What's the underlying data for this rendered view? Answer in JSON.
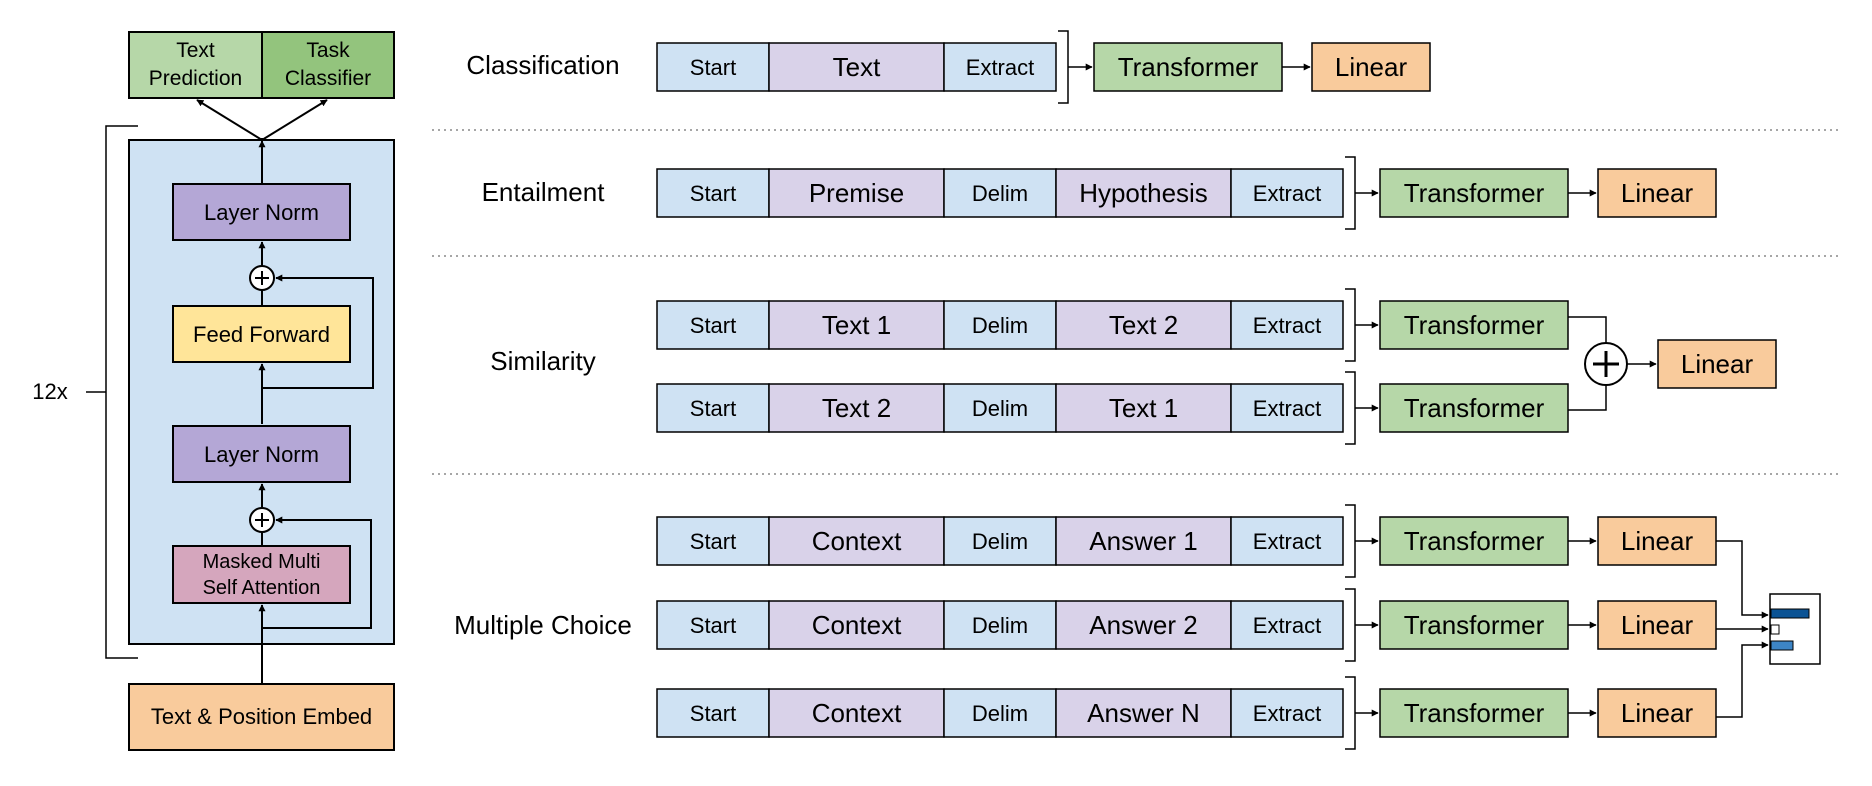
{
  "colors": {
    "token_blue": "#cfe2f3",
    "token_purple": "#d9d2e9",
    "transformer_green": "#b6d7a8",
    "linear_orange": "#f9cb9c",
    "block_bg": "#cfe2f3",
    "layer_norm": "#b4a7d6",
    "feed_forward": "#ffe599",
    "attention": "#d5a6bd",
    "embed": "#f9cb9c",
    "text_prediction": "#b6d7a8",
    "task_classifier": "#93c47d",
    "outline": "#000000",
    "separator": "#999999",
    "bar_dark": "#0b5394",
    "bar_mid": "#3d85c6"
  },
  "architecture": {
    "repeat_label": "12x",
    "heads": {
      "text_prediction": "Text Prediction",
      "task_classifier": "Task Classifier"
    },
    "layer_norm_top": "Layer Norm",
    "feed_forward": "Feed Forward",
    "layer_norm_bottom": "Layer Norm",
    "attention": "Masked Multi Self Attention",
    "embed": "Text & Position Embed",
    "residual_symbol": "+"
  },
  "tasks": {
    "classification": {
      "label": "Classification",
      "tokens": [
        "Start",
        "Text",
        "Extract"
      ],
      "transformer": "Transformer",
      "linear": "Linear"
    },
    "entailment": {
      "label": "Entailment",
      "tokens": [
        "Start",
        "Premise",
        "Delim",
        "Hypothesis",
        "Extract"
      ],
      "transformer": "Transformer",
      "linear": "Linear"
    },
    "similarity": {
      "label": "Similarity",
      "rows": [
        {
          "tokens": [
            "Start",
            "Text 1",
            "Delim",
            "Text 2",
            "Extract"
          ],
          "transformer": "Transformer"
        },
        {
          "tokens": [
            "Start",
            "Text 2",
            "Delim",
            "Text 1",
            "Extract"
          ],
          "transformer": "Transformer"
        }
      ],
      "combine_symbol": "+",
      "linear": "Linear"
    },
    "multiple_choice": {
      "label": "Multiple Choice",
      "rows": [
        {
          "tokens": [
            "Start",
            "Context",
            "Delim",
            "Answer 1",
            "Extract"
          ],
          "transformer": "Transformer",
          "linear": "Linear"
        },
        {
          "tokens": [
            "Start",
            "Context",
            "Delim",
            "Answer 2",
            "Extract"
          ],
          "transformer": "Transformer",
          "linear": "Linear"
        },
        {
          "tokens": [
            "Start",
            "Context",
            "Delim",
            "Answer N",
            "Extract"
          ],
          "transformer": "Transformer",
          "linear": "Linear"
        }
      ]
    }
  }
}
